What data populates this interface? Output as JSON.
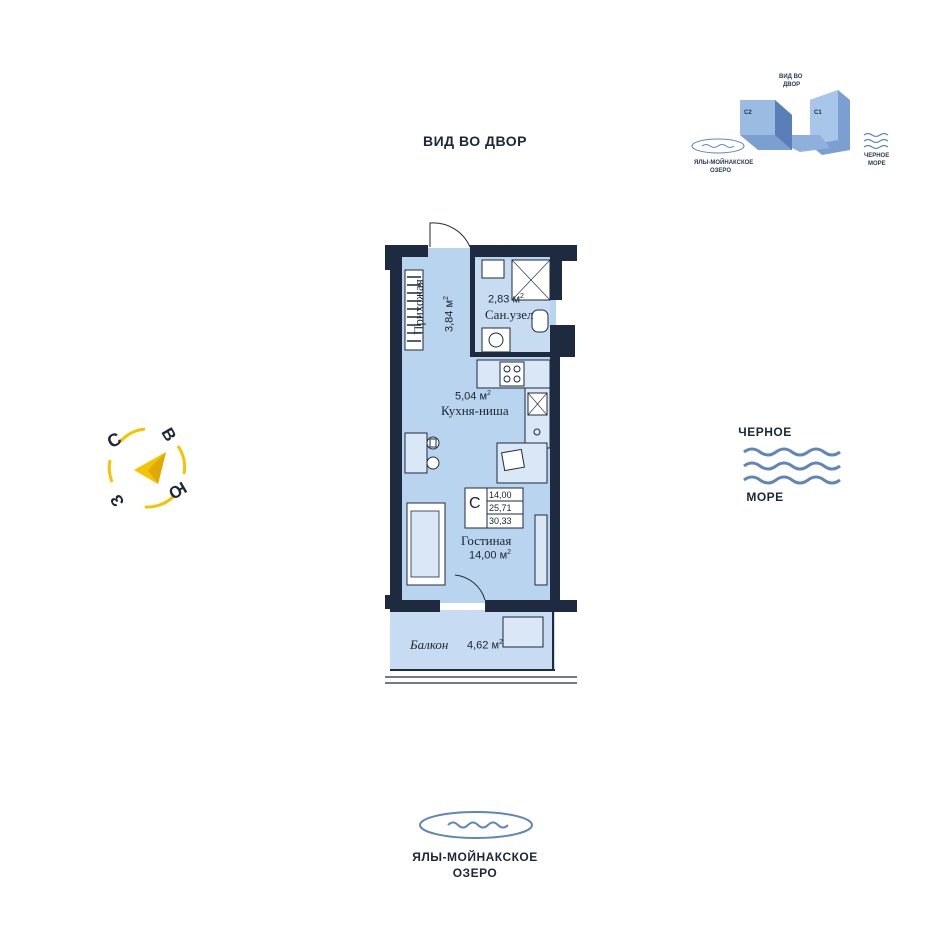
{
  "orientation": {
    "view_yard": "ВИД ВО ДВОР",
    "sea_line1": "ЧЕРНОЕ",
    "sea_line2": "МОРЕ",
    "lake_line1": "ЯЛЫ-МОЙНАКСКОЕ",
    "lake_line2": "ОЗЕРО"
  },
  "compass": {
    "north": "С",
    "east": "В",
    "south": "Ю",
    "west": "З",
    "color": "#f5c400"
  },
  "minimap": {
    "view_line1": "ВИД ВО",
    "view_line2": "ДВОР",
    "building_c2": "С2",
    "building_c1": "С1",
    "lake_line1": "ЯЛЫ-МОЙНАКСКОЕ",
    "lake_line2": "ОЗЕРО",
    "sea_line1": "ЧЕРНОЕ",
    "sea_line2": "МОРЕ"
  },
  "plan": {
    "rooms": {
      "hall_name": "Прихожая",
      "hall_area": "3,84 м",
      "bath_area": "2,83 м",
      "bath_name": "Сан.узел",
      "kitchen_area": "5,04 м",
      "kitchen_name": "Кухня-ниша",
      "living_name": "Гостиная",
      "living_area": "14,00 м",
      "balcony_name": "Балкон",
      "balcony_area": "4,62 м"
    },
    "unit_type": "С",
    "summary": [
      "14,00",
      "25,71",
      "30,33"
    ],
    "sup": "2"
  },
  "colors": {
    "wall": "#1d2a3f",
    "floor": "#b9d4ee",
    "balcony": "#c7dcf2",
    "wave": "#5f86b8"
  }
}
